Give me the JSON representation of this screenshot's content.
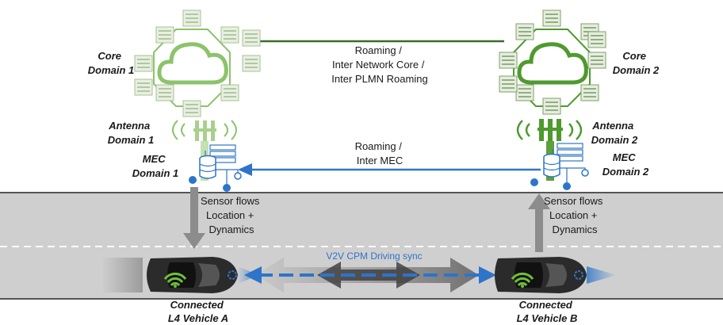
{
  "labels": {
    "core_domain_1": [
      "Core",
      "Domain 1"
    ],
    "core_domain_2": [
      "Core",
      "Domain 2"
    ],
    "antenna_domain_1": [
      "Antenna",
      "Domain 1"
    ],
    "antenna_domain_2": [
      "Antenna",
      "Domain 2"
    ],
    "mec_domain_1": [
      "MEC",
      "Domain 1"
    ],
    "mec_domain_2": [
      "MEC",
      "Domain 2"
    ],
    "roaming_core": [
      "Roaming /",
      "Inter Network Core /",
      "Inter PLMN Roaming"
    ],
    "roaming_mec": [
      "Roaming /",
      "Inter MEC"
    ],
    "sensor_flows_a": [
      "Sensor flows",
      "Location +",
      "Dynamics"
    ],
    "sensor_flows_b": [
      "Sensor flows",
      "Location +",
      "Dynamics"
    ],
    "v2v": "V2V CPM Driving sync",
    "vehicle_a": [
      "Connected",
      "L4 Vehicle A"
    ],
    "vehicle_b": [
      "Connected",
      "L4 Vehicle B"
    ]
  },
  "colors": {
    "domain1_green": "#8cc36b",
    "domain2_green": "#4f9a2e",
    "mec_blue": "#2e74c9",
    "road_gray": "#cfcfcf",
    "arrow_gray": "#8c8c8c",
    "link_green": "#3d6b2a"
  }
}
